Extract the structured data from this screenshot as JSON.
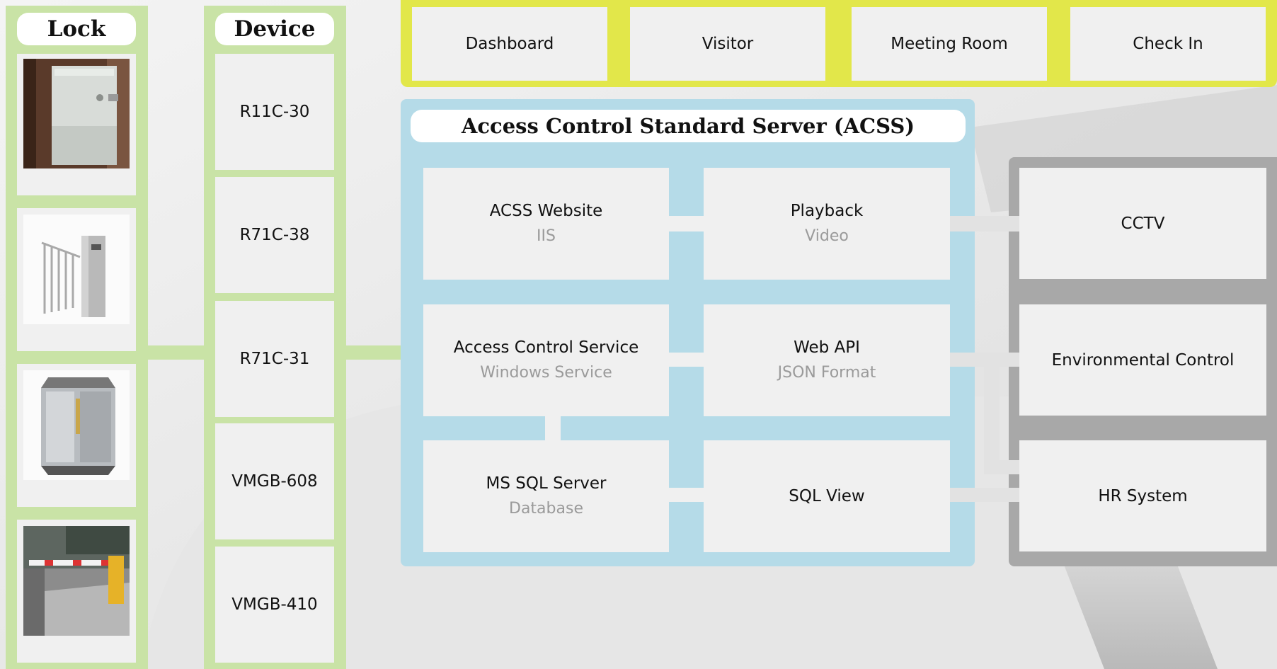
{
  "lock_column": {
    "title": "Lock",
    "images": [
      "magnetic-lock-photo",
      "turnstile-photo",
      "elevator-car-photo",
      "parking-barrier-gate-photo"
    ]
  },
  "device_column": {
    "title": "Device",
    "items": [
      "R11C-30",
      "R71C-38",
      "R71C-31",
      "VMGB-608",
      "VMGB-410"
    ]
  },
  "top_nav": {
    "items": [
      "Dashboard",
      "Visitor",
      "Meeting Room",
      "Check In"
    ]
  },
  "acss": {
    "title": "Access Control Standard Server (ACSS)",
    "modules": [
      {
        "name": "ACSS Website",
        "sub": "IIS"
      },
      {
        "name": "Playback",
        "sub": "Video"
      },
      {
        "name": "Access Control Service",
        "sub": "Windows Service"
      },
      {
        "name": "Web API",
        "sub": "JSON Format"
      },
      {
        "name": "MS SQL Server",
        "sub": "Database"
      },
      {
        "name": "SQL View",
        "sub": ""
      }
    ]
  },
  "external": {
    "items": [
      "CCTV",
      "Environmental Control",
      "HR System"
    ]
  },
  "colors": {
    "lock_device_border": "#c9e3a6",
    "nav_border": "#e2e74a",
    "acss_background": "#b5dbe8",
    "external_border": "#a8a8a8",
    "box_fill": "#f0f0f0"
  }
}
